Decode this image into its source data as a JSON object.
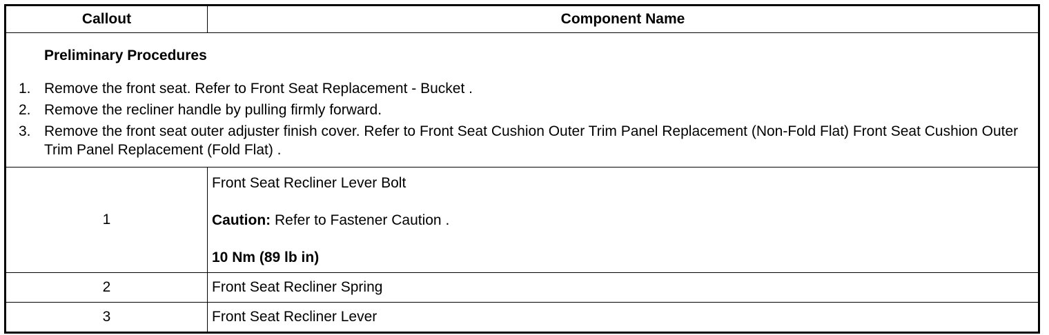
{
  "table": {
    "headers": [
      "Callout",
      "Component Name"
    ],
    "preliminary": {
      "title": "Preliminary Procedures",
      "steps": [
        {
          "num": "1.",
          "text": "Remove the front seat. Refer to Front Seat Replacement - Bucket ."
        },
        {
          "num": "2.",
          "text": "Remove the recliner handle by pulling firmly forward."
        },
        {
          "num": "3.",
          "text": "Remove the front seat outer adjuster finish cover. Refer to Front Seat Cushion Outer Trim Panel Replacement (Non-Fold Flat) Front Seat Cushion Outer Trim Panel Replacement (Fold Flat) ."
        }
      ]
    },
    "rows": [
      {
        "callout": "1",
        "name": "Front Seat Recliner Lever Bolt",
        "caution_label": "Caution",
        "caution_sep": ":",
        "caution_text": " Refer to Fastener Caution .",
        "torque": "10 Nm (89 lb in)"
      },
      {
        "callout": "2",
        "name": "Front Seat Recliner Spring"
      },
      {
        "callout": "3",
        "name": "Front Seat Recliner Lever"
      }
    ]
  }
}
